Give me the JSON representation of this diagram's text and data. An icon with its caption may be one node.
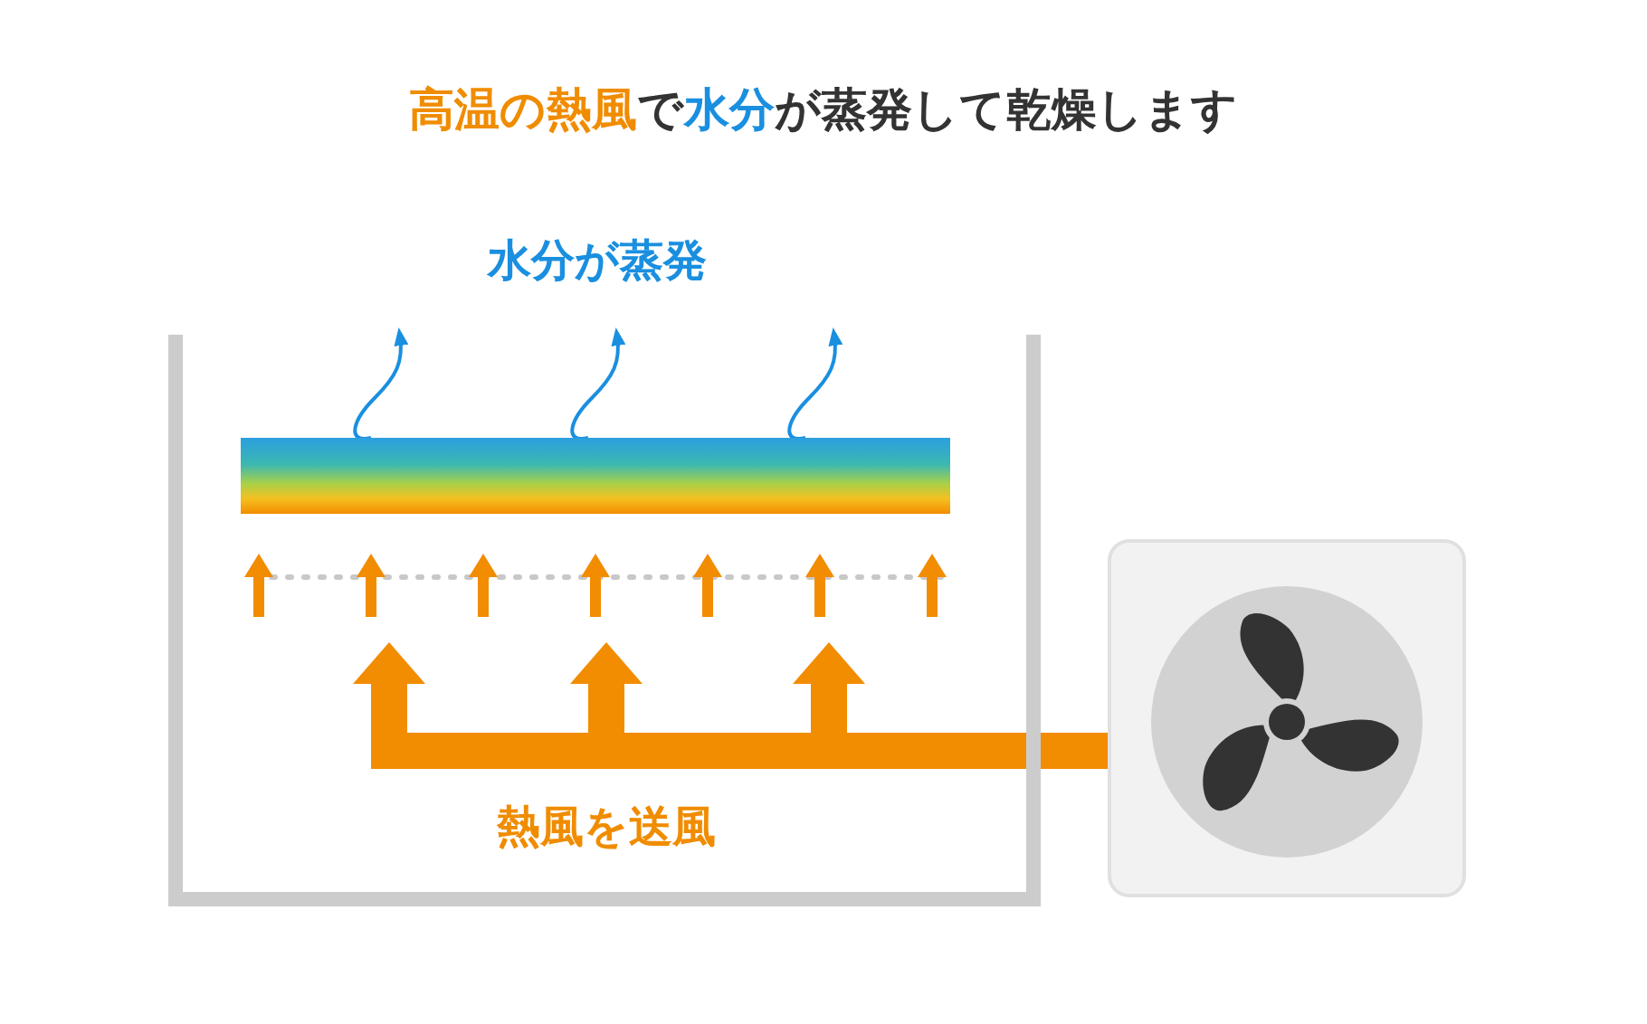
{
  "diagram": {
    "title": "**高温の熱風**で**水分**が蒸発して乾燥します",
    "nodes": [
      {
        "text": [],
        "shape": "box"
      },
      {
        "text": [],
        "shape": "bar",
        "in": 0
      },
      {
        "text": [],
        "shape": "box"
      },
      {
        "text": [],
        "shape": "arrows",
        "in": 0
      }
    ],
    "edges": [
      {
        "from": 2,
        "to": 3,
        "arrow": "to",
        "style": "thick",
        "color": "#f28c00"
      },
      {
        "from": 1,
        "to": null,
        "arrow": "to",
        "color": "#1a8fe0"
      },
      {
        "from": 1,
        "to": null,
        "arrow": "to",
        "color": "#1a8fe0"
      },
      {
        "from": 1,
        "to": null,
        "arrow": "to",
        "color": "#1a8fe0"
      }
    ],
    "labels": [
      "水分が蒸発",
      "熱風を送風"
    ]
  }
}
